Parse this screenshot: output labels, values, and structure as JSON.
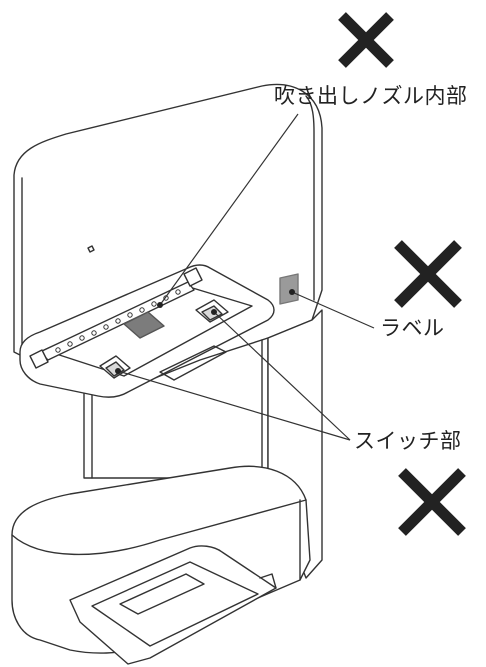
{
  "labels": {
    "nozzle": "吹き出しノズル内部",
    "label_sticker": "ラベル",
    "switch": "スイッチ部"
  },
  "icons": [
    "prohibited-x-icon",
    "prohibited-x-icon",
    "prohibited-x-icon"
  ],
  "colors": {
    "outline": "#333333",
    "mark": "#222222",
    "fill": "#ffffff",
    "label_patch": "#9a9a9a",
    "vent_patch": "#7c7c7c"
  }
}
